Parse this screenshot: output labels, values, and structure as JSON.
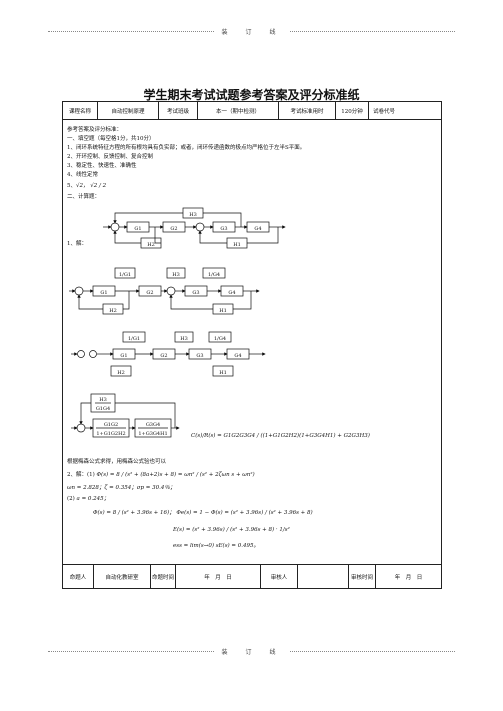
{
  "binding": "装　订　线",
  "title": "学生期末考试试题参考答案及评分标准纸",
  "header": {
    "course_label": "课程名称",
    "course_value": "自动控制原理",
    "class_label": "考试班级",
    "class_value": "本一（期中检测）",
    "time_label": "考试标准用时",
    "time_value": "120分钟",
    "code_label": "试卷代号"
  },
  "content": {
    "line1": "参考答案及评分标准：",
    "line2": "一、填空题（每空格1分，共10分）",
    "line3": "1、闭环系统特征方程的所有根均具有负实部；或者，闭环传递函数的极点均严格位于左半S平面。",
    "line4": "2、开环控制、反馈控制、复合控制",
    "line5": "3、稳定性、快速性、准确性",
    "line6": "4、线性定常",
    "line7_prefix": "5、",
    "line7_math": "√2，  √2 / 2",
    "line8": "二、计算题：",
    "solve1": "1、解：",
    "note": "根据梅森公式求得，用梅森公式验也可以",
    "solve2": "2、解：(1)",
    "eq_phi": "Φ(s) = 8 / (s² + (8a+2)s + 8) = ωn² / (s² + 2ζωn s + ωn²)",
    "eq_params": "ωn = 2.828；ζ = 0.354；σp = 30.4％；",
    "eq_a_prefix": "(2)",
    "eq_a": "a = 0.245；",
    "eq_phi2": "Φ(s) = 8 / (s² + 3.96s + 16)；  Φe(s) = 1 − Φ(s) = (s² + 3.96s) / (s² + 3.96s + 8)",
    "eq_E": "E(s) = (s² + 3.96s) / (s² + 3.96s + 8) · 1/s²",
    "eq_ess": "ess = lim(s→0) sE(s) = 0.495。",
    "cs_rs": "C(s)/R(s) = G1G2G3G4 / ((1+G1G2H2)(1+G3G4H1) + G2G3H3)"
  },
  "diagram": {
    "G1": "G1",
    "G2": "G2",
    "G3": "G3",
    "G4": "G4",
    "H1": "H1",
    "H2": "H2",
    "H3": "H3",
    "invG1": "1/G1",
    "invG4": "1/G4",
    "H3_over": "H3",
    "G1G4": "G1G4",
    "G1G2_over": "G1G2",
    "loop1": "1+G1G2H2",
    "G3G4_over": "G3G4",
    "loop2": "1+G3G4H1"
  },
  "footer": {
    "author_label": "命题人",
    "author_value": "自动化教研室",
    "date_label": "命题时间",
    "date_value": "年　月　日",
    "reviewer_label": "审核人",
    "review_label": "审核时间",
    "review_value": "年　月　日"
  }
}
